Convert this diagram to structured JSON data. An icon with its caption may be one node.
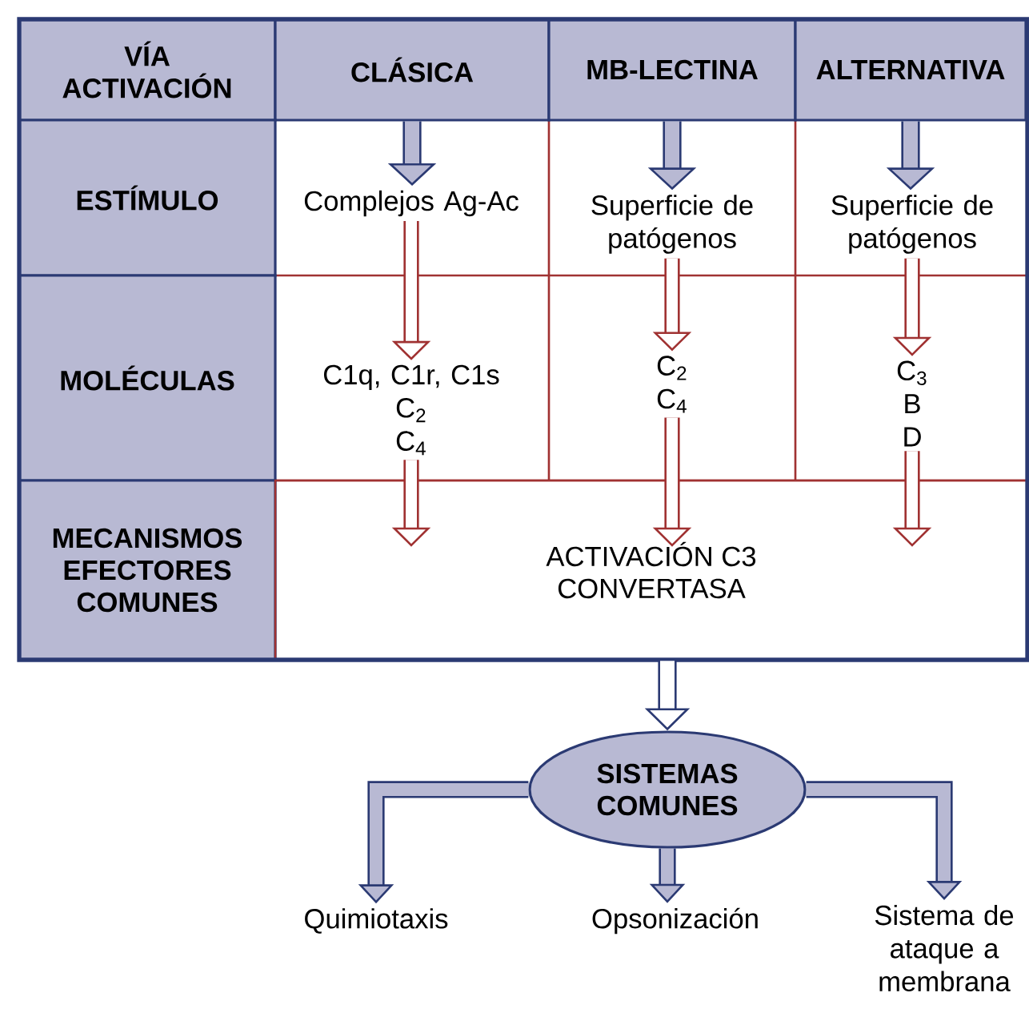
{
  "diagram": {
    "nodes": [
      {
        "text": [
          "VÍA ACTIVACIÓN"
        ]
      },
      {
        "text": [
          "CLÁSICA"
        ]
      },
      {
        "text": [
          "MB-LECTINA"
        ]
      },
      {
        "text": [
          "ALTERNATIVA"
        ]
      },
      {
        "text": [
          "ESTÍMULO"
        ]
      },
      {
        "text": [
          "Complejos Ag-Ac"
        ]
      },
      {
        "text": [
          "Superficie de patógenos"
        ]
      },
      {
        "text": [
          "Superficie de patógenos"
        ]
      },
      {
        "text": [
          "MOLÉCULAS"
        ]
      },
      {
        "text": [
          "C1q, C1r, C1s",
          "C$_{2}$",
          "C$_{4}$"
        ]
      },
      {
        "text": [
          "C$_{2}$",
          "C$_{4}$"
        ]
      },
      {
        "text": [
          "C$_{3}$",
          "B",
          "D"
        ]
      },
      {
        "text": [
          "MECANISMOS EFECTORES COMUNES"
        ]
      },
      {
        "text": [
          "ACTIVACIÓN C3 CONVERTASA"
        ]
      },
      {
        "text": [
          "SISTEMAS COMUNES"
        ]
      },
      {
        "text": [
          "Quimiotaxis"
        ]
      },
      {
        "text": [
          "Opsonización"
        ]
      },
      {
        "text": [
          "Sistema de ataque a membrana"
        ]
      }
    ],
    "edges": [
      {
        "from": 1,
        "to": 5,
        "arrow": "to"
      },
      {
        "from": 2,
        "to": 6,
        "arrow": "to"
      },
      {
        "from": 3,
        "to": 7,
        "arrow": "to"
      },
      {
        "from": 5,
        "to": 9,
        "arrow": "to",
        "color": "#a03232"
      },
      {
        "from": 6,
        "to": 10,
        "arrow": "to",
        "color": "#a03232"
      },
      {
        "from": 7,
        "to": 11,
        "arrow": "to",
        "color": "#a03232"
      },
      {
        "from": 9,
        "to": 13,
        "arrow": "to",
        "color": "#a03232"
      },
      {
        "from": 10,
        "to": 13,
        "arrow": "to",
        "color": "#a03232"
      },
      {
        "from": 11,
        "to": 13,
        "arrow": "to",
        "color": "#a03232"
      },
      {
        "from": 13,
        "to": 14,
        "arrow": "to"
      },
      {
        "from": 14,
        "to": 15,
        "arrow": "to"
      },
      {
        "from": 14,
        "to": 16,
        "arrow": "to"
      },
      {
        "from": 14,
        "to": 17,
        "arrow": "to"
      }
    ]
  }
}
